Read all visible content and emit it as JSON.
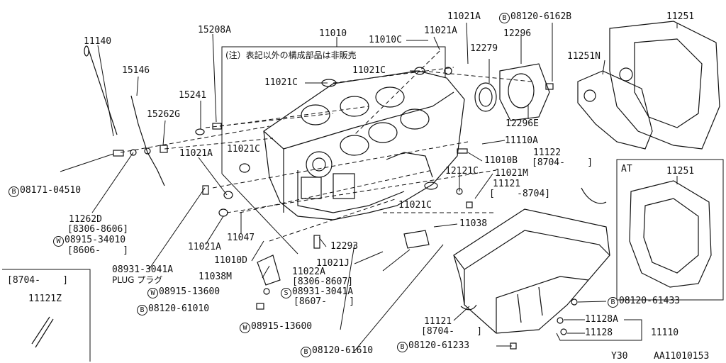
{
  "note": "(注）表記以外の構成部品は非販売",
  "at_label": "AT",
  "labels": {
    "p11140": "11140",
    "p15146": "15146",
    "p15208A": "15208A",
    "p15241": "15241",
    "p15262G": "15262G",
    "p11010": "11010",
    "p11010C": "11010C",
    "p11021A_top": "11021A",
    "p11021A_top2": "11021A",
    "p11021C_top": "11021C",
    "p11021C_right": "11021C",
    "p11021C_left": "11021C",
    "p11021C_low": "11021C",
    "p08120_61628_code": "08120-6162B",
    "p12296": "12296",
    "p12279": "12279",
    "p12296E": "12296E",
    "p11251": "11251",
    "p11251N": "11251N",
    "p11251_at": "11251",
    "p11110A": "11110A",
    "p11010B": "11010B",
    "p11122": "11122",
    "p11122_range": "[8704-    ]",
    "p12121C": "12121C",
    "p11021M": "11021M",
    "p11121_top": "11121",
    "p11121_top_range": "[    -8704]",
    "p11021A_left": "11021A",
    "p08171_code": "08171-04510",
    "p11262D": "11262D",
    "p11262D_range": "[8306-8606]",
    "p08915_34010_code": "08915-34010",
    "p08915_34010_range": "[8606-    ]",
    "p08931_plug": "08931-3041A",
    "p08931_plug_text": "PLUG プラグ",
    "p11021A_mid": "11021A",
    "p11047": "11047",
    "p11010D": "11010D",
    "p11038M": "11038M",
    "p08915_13600a_code": "08915-13600",
    "p08120_61010_code": "08120-61010",
    "p12293": "12293",
    "p11021J": "11021J",
    "p11022A": "11022A",
    "p11022A_range": "[8306-8607]",
    "p08931_3041A_code": "08931-3041A",
    "p08931_3041A_range": "[8607-    ]",
    "p08915_13600b_code": "08915-13600",
    "p11038": "11038",
    "p08120_61610_code": "08120-61610",
    "p08120_61233_code": "08120-61233",
    "p11121_bot": "11121",
    "p11121_bot_range": "[8704-    ]",
    "p08120_61433_code": "08120-61433",
    "p11128A": "11128A",
    "p11128": "11128",
    "p11110": "11110",
    "box_range": "[8704-    ]",
    "p11121Z": "11121Z",
    "y30": "Y30",
    "ref": "AA11010153"
  },
  "markers": {
    "B": "B",
    "W": "W",
    "S": "S"
  }
}
